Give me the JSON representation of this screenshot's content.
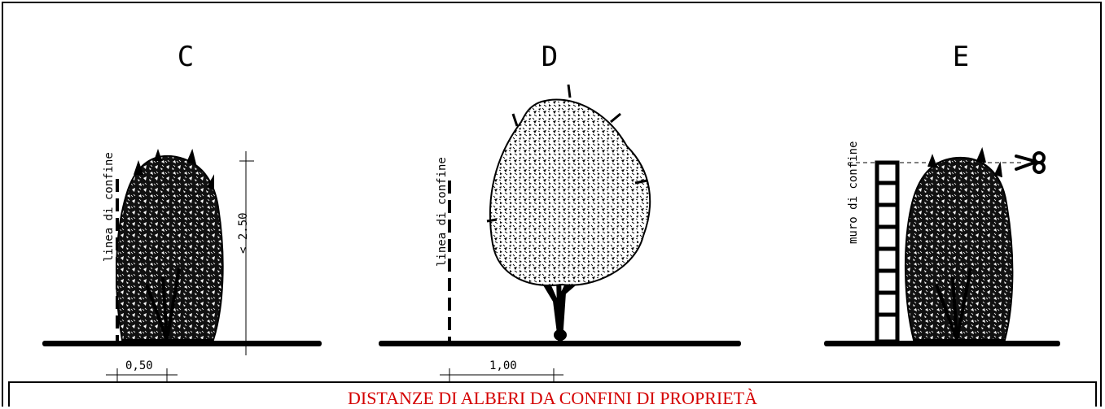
{
  "panels": [
    {
      "letter": "C",
      "boundary_label": "linea di confine",
      "height_label": "< 2.50",
      "distance_label": "0,50",
      "plant": "bushy-hedge"
    },
    {
      "letter": "D",
      "boundary_label": "linea di confine",
      "distance_label": "1,00",
      "plant": "tree"
    },
    {
      "letter": "E",
      "boundary_label": "muro di confine",
      "plant": "trimmed-hedge",
      "tool_icon": "scissors-icon"
    }
  ],
  "caption": "DISTANZE DI ALBERI DA CONFINI DI PROPRIETÀ",
  "colors": {
    "caption": "#d40000",
    "ink": "#000000"
  }
}
